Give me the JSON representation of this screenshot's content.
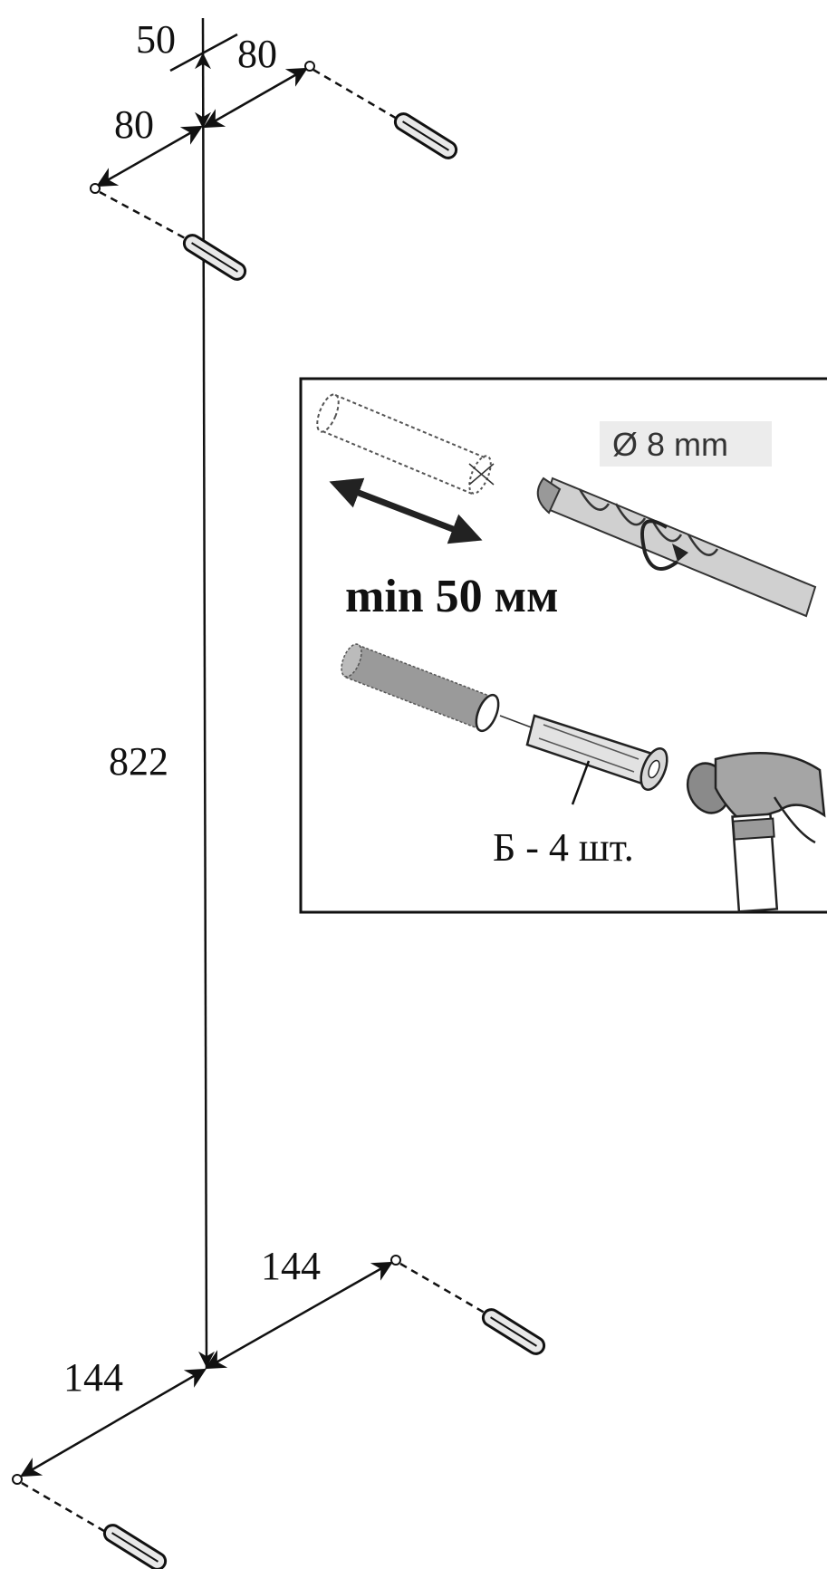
{
  "dimensions": {
    "top_offset": "50",
    "top_right": "80",
    "top_left": "80",
    "vertical": "822",
    "bottom_right": "144",
    "bottom_left": "144"
  },
  "inset": {
    "drill_diameter": "Ø 8 mm",
    "min_depth": "min 50 мм",
    "dowel_count": "Б - 4 шт."
  },
  "colors": {
    "line": "#111111",
    "dowel_fill": "#e8e8e8",
    "drill_label_bg": "#ececec",
    "plug_fill": "#9a9a9a"
  }
}
